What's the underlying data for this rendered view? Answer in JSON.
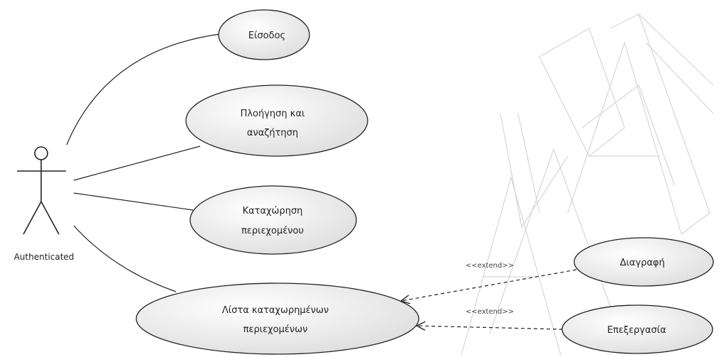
{
  "diagram": {
    "actor": {
      "name": "Authenticated"
    },
    "use_cases": [
      {
        "id": "login",
        "lines": [
          "Είσοδος"
        ]
      },
      {
        "id": "browse",
        "lines": [
          "Πλοήγηση και",
          "αναζήτηση"
        ]
      },
      {
        "id": "register",
        "lines": [
          "Καταχώρηση",
          "περιεχομένου"
        ]
      },
      {
        "id": "list",
        "lines": [
          "Λίστα καταχωρημένων",
          "περιεχομένων"
        ]
      },
      {
        "id": "delete",
        "lines": [
          "Διαγραφή"
        ]
      },
      {
        "id": "edit",
        "lines": [
          "Επεξεργασία"
        ]
      }
    ],
    "relations": [
      {
        "from": "delete",
        "to": "list",
        "label": "<<extend>>"
      },
      {
        "from": "edit",
        "to": "list",
        "label": "<<extend>>"
      }
    ],
    "colors": {
      "ellipse_light": "#ffffff",
      "ellipse_dark": "#dcdcdc",
      "stroke": "#222222",
      "watermark": "#d9d9d9"
    }
  }
}
